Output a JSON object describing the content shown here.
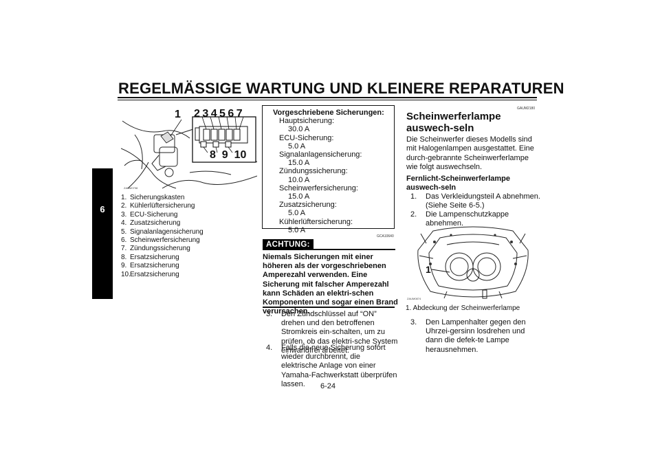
{
  "header": {
    "title": "REGELMÄSSIGE WARTUNG UND KLEINERE REPARATUREN"
  },
  "side_tab": {
    "label": "6"
  },
  "figure1": {
    "code": "ZAUM0798",
    "callout_left": "1",
    "callout_top": "2 3 4 5 6 7",
    "callout_bottom": "8  9  10"
  },
  "figure1_captions": [
    {
      "num": "1.",
      "text": "Sicherungskasten"
    },
    {
      "num": "2.",
      "text": "Kühlerlüftersicherung"
    },
    {
      "num": "3.",
      "text": "ECU-Sicherung"
    },
    {
      "num": "4.",
      "text": "Zusatzsicherung"
    },
    {
      "num": "5.",
      "text": "Signalanlagensicherung"
    },
    {
      "num": "6.",
      "text": "Scheinwerfersicherung"
    },
    {
      "num": "7.",
      "text": "Zündungssicherung"
    },
    {
      "num": "8.",
      "text": "Ersatzsicherung"
    },
    {
      "num": "9.",
      "text": "Ersatzsicherung"
    },
    {
      "num": "10.",
      "text": "Ersatzsicherung"
    }
  ],
  "fuse_box": {
    "title": "Vorgeschriebene Sicherungen:",
    "items": [
      {
        "label": "Hauptsicherung:",
        "value": "30.0 A"
      },
      {
        "label": "ECU-Sicherung:",
        "value": "5.0 A"
      },
      {
        "label": "Signalanlagensicherung:",
        "value": "15.0 A"
      },
      {
        "label": "Zündungssicherung:",
        "value": "10.0 A"
      },
      {
        "label": "Scheinwerfersicherung:",
        "value": "15.0 A"
      },
      {
        "label": "Zusatzsicherung:",
        "value": "5.0 A"
      },
      {
        "label": "Kühlerlüftersicherung:",
        "value": "5.0 A"
      }
    ]
  },
  "warning": {
    "code": "GCA10640",
    "badge": "ACHTUNG:",
    "text": "Niemals Sicherungen mit einer höheren als der vorgeschriebenen Amperezahl verwenden. Eine Sicherung mit falscher Amperezahl kann Schäden an elektri-schen Komponenten und sogar einen Brand verursachen."
  },
  "middle_steps": [
    {
      "num": "3.",
      "text": "Den Zündschlüssel auf “ON” drehen und den betroffenen Stromkreis ein-schalten, um zu prüfen, ob das elektri-sche System einwandfrei arbeitet."
    },
    {
      "num": "4.",
      "text": "Falls die neue Sicherung sofort wieder durchbrennt, die elektrische Anlage von einer Yamaha-Fachwerkstatt überprüfen lassen."
    }
  ],
  "page_number": "6-24",
  "right": {
    "code": "GAUM2180",
    "title": "Scheinwerferlampe auswech-seln",
    "intro": "Die Scheinwerfer dieses Modells sind mit Halogenlampen ausgestattet. Eine durch-gebrannte Scheinwerferlampe wie folgt auswechseln.",
    "subtitle": "Fernlicht-Scheinwerferlampe auswech-seln",
    "steps": [
      {
        "num": "1.",
        "text": "Das Verkleidungsteil A abnehmen. (Siehe Seite 6-5.)"
      },
      {
        "num": "2.",
        "text": "Die Lampenschutzkappe abnehmen."
      }
    ],
    "figure_code": "ZAUM0874",
    "figure_callout": "1",
    "figure_caption": "1.  Abdeckung der Scheinwerferlampe",
    "steps2": [
      {
        "num": "3.",
        "text": "Den Lampenhalter gegen den Uhrzei-gersinn losdrehen und dann die defek-te Lampe herausnehmen."
      }
    ]
  }
}
